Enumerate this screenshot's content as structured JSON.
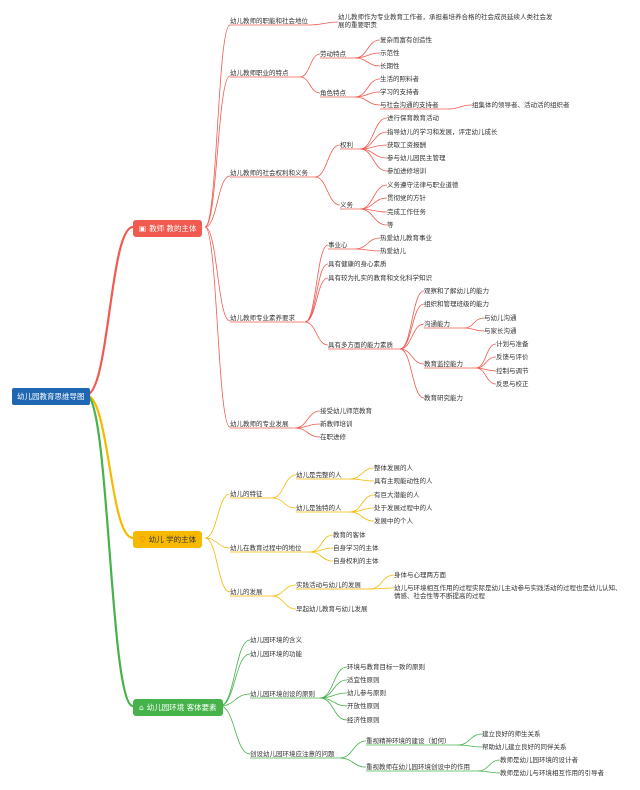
{
  "root": {
    "label": "幼儿园教育思维导图"
  },
  "branches": {
    "teacher": {
      "label": "教师 教的主体",
      "color": "#f05a4f",
      "icon": "book-icon"
    },
    "child": {
      "label": "幼儿 学的主体",
      "color": "#f7b800",
      "icon": "heart-icon"
    },
    "env": {
      "label": "幼儿园环境 客体要素",
      "color": "#46b24a",
      "icon": "house-icon"
    }
  },
  "teacher": {
    "n1": "幼儿教师的职能和社会地位",
    "n1a": "幼儿教师作为专业教育工作者，承担着培养合格的社会成员延续人类社会发展的重要职责",
    "n2": "幼儿教师职业的特点",
    "n2a": "劳动特点",
    "n2a1": "复杂而富有创造性",
    "n2a2": "示范性",
    "n2a3": "长期性",
    "n2b": "角色特点",
    "n2b1": "生活的照料者",
    "n2b2": "学习的支持者",
    "n2b3": "与社会沟通的支持者",
    "n2b3a": "组集体的领导者、活动活的组织者",
    "n3": "幼儿教师的社会权利和义务",
    "n3a": "权利",
    "n3a1": "进行保育教育活动",
    "n3a2": "指导幼儿的学习和发展，评定幼儿成长",
    "n3a3": "获取工资报酬",
    "n3a4": "参与幼儿园民主管理",
    "n3a5": "参加进修培训",
    "n3b": "义务",
    "n3b1": "义务遵守法律与职业道德",
    "n3b2": "贯彻党的方针",
    "n3b3": "完成工作任务",
    "n3b4": "等",
    "n4": "幼儿教师专业素养要求",
    "n4a": "事业心",
    "n4a1": "热爱幼儿教育事业",
    "n4a2": "热爱幼儿",
    "n4b": "具有健康的身心素质",
    "n4c": "具有较为扎实的教育和文化科学知识",
    "n4d": "具有多方面的能力素质",
    "n4d1": "观察和了解幼儿的能力",
    "n4d2": "组织和管理班级的能力",
    "n4d3": "沟通能力",
    "n4d3a": "与幼儿沟通",
    "n4d3b": "与家长沟通",
    "n4d4": "教育监控能力",
    "n4d4a": "计划与准备",
    "n4d4b": "反馈与评价",
    "n4d4c": "控制与调节",
    "n4d4d": "反思与校正",
    "n4d5": "教育研究能力",
    "n5": "幼儿教师的专业发展",
    "n5a": "接受幼儿师范教育",
    "n5b": "新教师培训",
    "n5c": "在职进修"
  },
  "child": {
    "m1": "幼儿的特征",
    "m1a": "幼儿是完整的人",
    "m1a1": "整体发展的人",
    "m1a2": "具有主观能动性的人",
    "m1b": "幼儿是独特的人",
    "m1b1": "有巨大潜能的人",
    "m1b2": "处于发展过程中的人",
    "m1b3": "发展中的个人",
    "m2": "幼儿在教育过程中的地位",
    "m2a": "教育的客体",
    "m2b": "自身学习的主体",
    "m2c": "自身权利的主体",
    "m3": "幼儿的发展",
    "m3a": "实践活动与幼儿的发展",
    "m3a1": "身体与心理两方面",
    "m3a2": "幼儿与环境相互作用的过程实际是幼儿主动参与实践活动的过程也是幼儿认知、情感、社会性等不断提高的过程",
    "m3b": "早起幼儿教育与幼儿发展"
  },
  "env": {
    "e1": "幼儿园环境的含义",
    "e2": "幼儿园环境的功能",
    "e3": "幼儿园环境创设的原则",
    "e3a": "环境与教育目标一致的原则",
    "e3b": "适宜性原则",
    "e3c": "幼儿参与原则",
    "e3d": "开放性原则",
    "e3e": "经济性原则",
    "e4": "创设幼儿园环境应注意的问题",
    "e4a": "重视精神环境的建设（如何）",
    "e4a1": "建立良好的师生关系",
    "e4a2": "帮助幼儿建立良好的同伴关系",
    "e4b": "重视教师在幼儿园环境创设中的作用",
    "e4b1": "教师是幼儿园环境的设计者",
    "e4b2": "教师是幼儿与环境相互作用的引导者"
  }
}
